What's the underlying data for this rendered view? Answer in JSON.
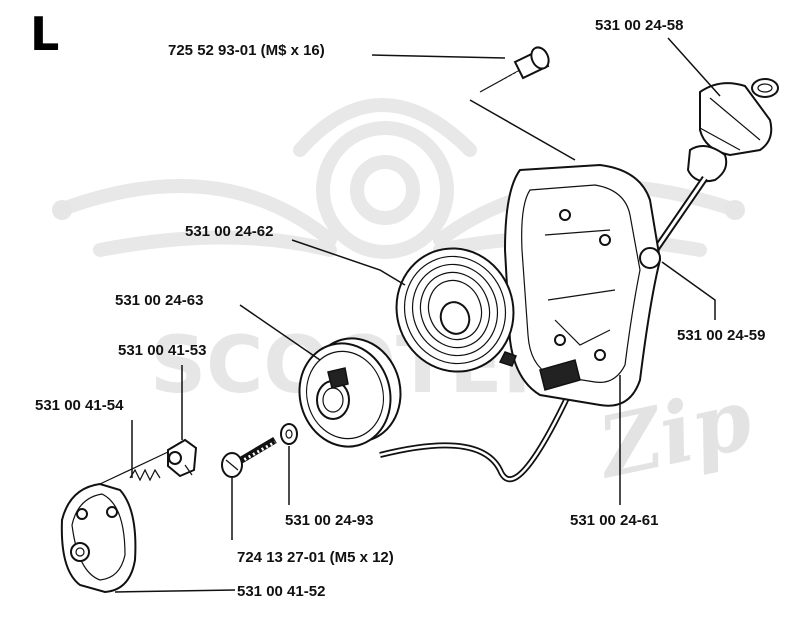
{
  "section": {
    "letter": "L"
  },
  "watermark": {
    "word": "SCOOTER",
    "script": "Zip"
  },
  "parts": [
    {
      "id": "p1",
      "label": "725 52 93-01 (M$ x 16)",
      "name": "housing-screw"
    },
    {
      "id": "p2",
      "label": "531 00 24-58",
      "name": "starter-handle"
    },
    {
      "id": "p3",
      "label": "531 00 24-62",
      "name": "recoil-spring"
    },
    {
      "id": "p4",
      "label": "531 00 24-59",
      "name": "starter-rope"
    },
    {
      "id": "p5",
      "label": "531 00 24-63",
      "name": "rope-pulley"
    },
    {
      "id": "p6",
      "label": "531 00 41-53",
      "name": "pawl"
    },
    {
      "id": "p7",
      "label": "531 00 41-54",
      "name": "pawl-spring"
    },
    {
      "id": "p8",
      "label": "531 00 24-93",
      "name": "washer"
    },
    {
      "id": "p9",
      "label": "531 00 24-61",
      "name": "starter-housing"
    },
    {
      "id": "p10",
      "label": "724 13 27-01 (M5 x 12)",
      "name": "pulley-screw"
    },
    {
      "id": "p11",
      "label": "531 00 41-52",
      "name": "flywheel-hub"
    }
  ]
}
